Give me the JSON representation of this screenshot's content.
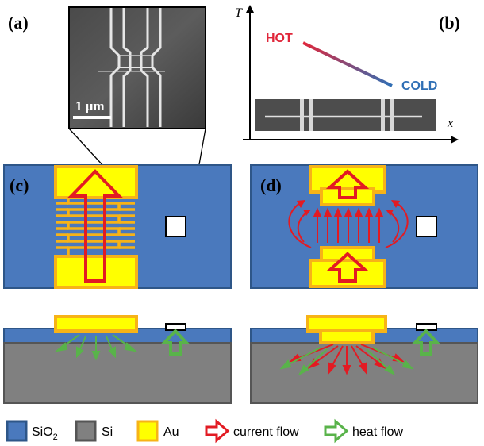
{
  "panels": {
    "a": "(a)",
    "b": "(b)",
    "c": "(c)",
    "d": "(d)"
  },
  "sem": {
    "scalebar": "1 μm"
  },
  "plot_b": {
    "y_axis": "T",
    "x_axis": "x",
    "hot": "HOT",
    "cold": "COLD",
    "hot_color": "#e0263a",
    "cold_color": "#2f6fb5"
  },
  "legend": {
    "sio2_prefix": "SiO",
    "sio2_sub": "2",
    "si": "Si",
    "au": "Au",
    "current": "current flow",
    "heat": "heat flow"
  },
  "colors": {
    "sio2": "#4a79bd",
    "sio2_border": "#2e5688",
    "si": "#808080",
    "si_border": "#555555",
    "au_fill": "#ffff00",
    "au_border": "#f7b317",
    "current": "#e21b23",
    "heat": "#59b34a"
  }
}
